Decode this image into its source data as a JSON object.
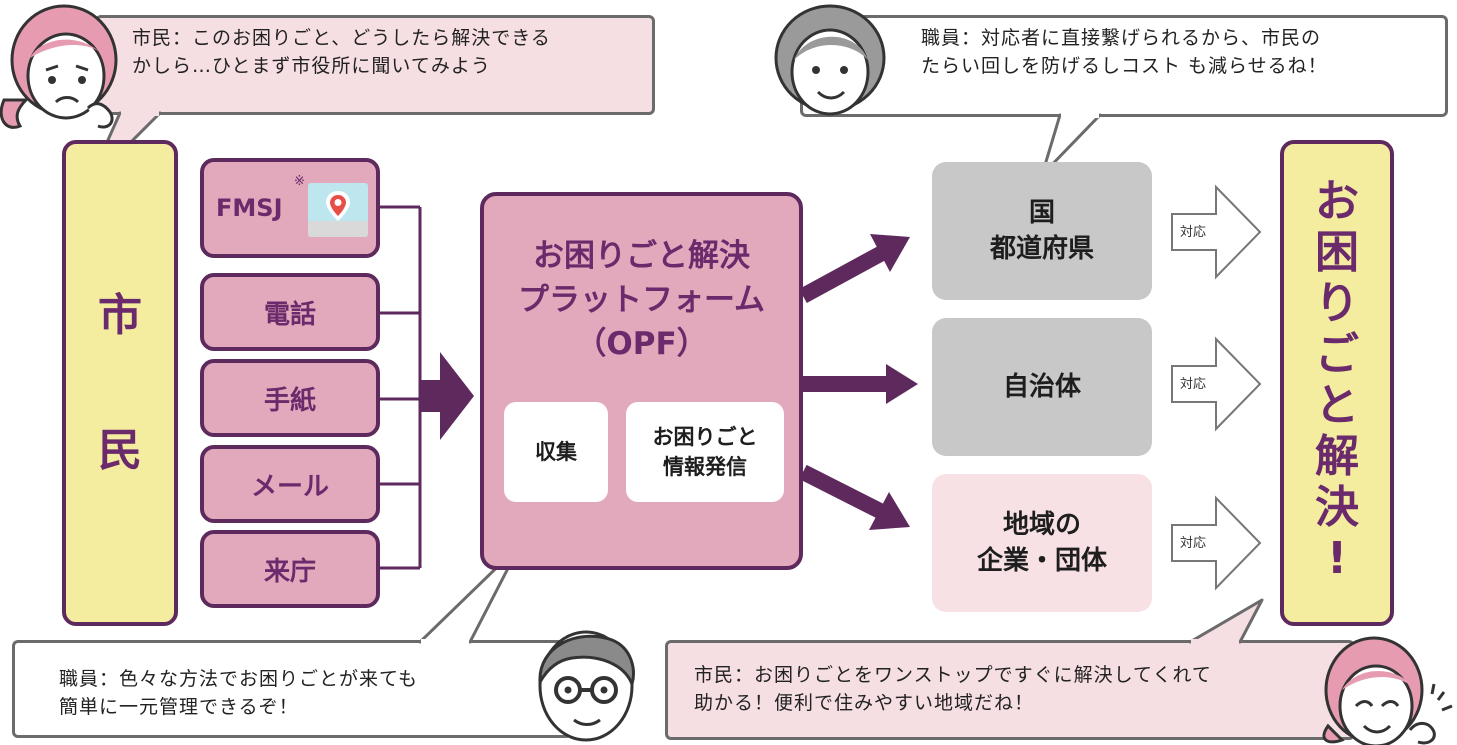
{
  "colors": {
    "purple": "#5e2a5e",
    "bar_yellow": "#f4eda0",
    "channel_pink": "#e2a8bb",
    "gray": "#c8c8c8",
    "light_pink": "#f7e1e4",
    "bubble_pink": "#f6dfe2"
  },
  "bubbles": {
    "citizen_top": [
      "市民：このお困りごと、どうしたら解決できる",
      "かしら…ひとまず市役所に聞いてみよう"
    ],
    "staff_top": [
      "職員：対応者に直接繋げられるから、市民の",
      "たらい回しを防げるしコスト も減らせるね！"
    ],
    "staff_bottom": [
      "職員：色々な方法でお困りごとが来ても",
      "簡単に一元管理できるぞ！"
    ],
    "citizen_bottom": [
      "市民：お困りごとをワンストップですぐに解決してくれて",
      "助かる！便利で住みやすい地域だね！"
    ]
  },
  "citizen_bar": {
    "chars": [
      "市",
      "民"
    ]
  },
  "channels": {
    "fmsj": "FMSJ",
    "fmsj_note": "※",
    "items": [
      "電話",
      "手紙",
      "メール",
      "来庁"
    ]
  },
  "opf": {
    "title_lines": [
      "お困りごと解決",
      "プラットフォーム",
      "（OPF）"
    ],
    "collect": "収集",
    "dispatch": [
      "お困りごと",
      "情報発信"
    ]
  },
  "targets": [
    {
      "lines": [
        "国",
        "都道府県"
      ],
      "color": "#c8c8c8"
    },
    {
      "lines": [
        "自治体"
      ],
      "color": "#c8c8c8"
    },
    {
      "lines": [
        "地域の",
        "企業・団体"
      ],
      "color": "#f7e1e4"
    }
  ],
  "response_label": "対応",
  "solved_bar": {
    "chars": [
      "お",
      "困",
      "り",
      "ご",
      "と",
      "解",
      "決",
      "!"
    ]
  },
  "icons": [
    "map-pin-icon",
    "worried-woman-icon",
    "older-woman-icon",
    "man-with-glasses-icon",
    "happy-woman-icon"
  ]
}
